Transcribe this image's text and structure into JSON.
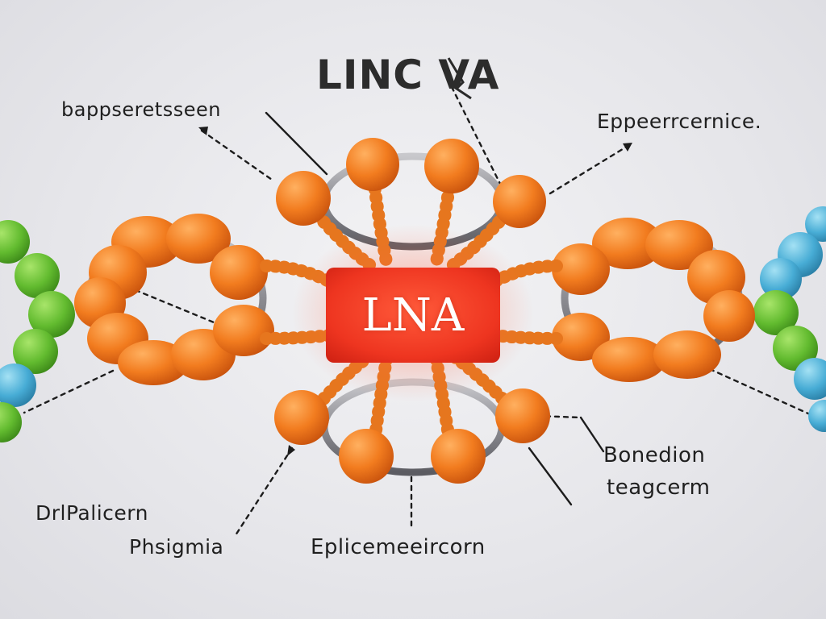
{
  "title": "LINC VA",
  "core_label": "LNA",
  "labels": {
    "top_left": "bappseretsseen",
    "top_right": "Eppeerrcernice.",
    "bottom_right_1": "Bonedion",
    "bottom_right_2": "teagcerm",
    "bottom_left_1": "DrlPalicern",
    "bottom_left_2": "Phsigmia",
    "bottom_center": "Eplicemeeircorn"
  },
  "colors": {
    "bead_orange": "#f07d22",
    "core_red": "#f03a24",
    "bead_green": "#6cc23a",
    "bead_blue": "#4fb4d8",
    "background": "#e9e9ec",
    "text": "#1f1f1f"
  }
}
